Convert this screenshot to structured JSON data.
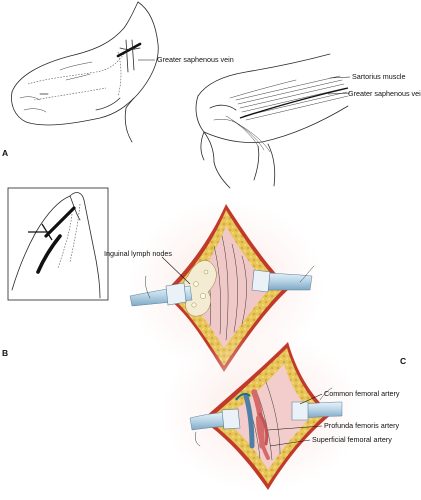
{
  "panels": {
    "a": "A",
    "b": "B",
    "c": "C"
  },
  "labels": {
    "greater_saphenous_vein_a": "Greater saphenous vein",
    "sartorius_muscle": "Sartorius muscle",
    "greater_saphenous_vein_thigh": "Greater saphenous vein",
    "inguinal_lymph_nodes": "Inguinal lymph nodes",
    "common_femoral_artery": "Common femoral artery",
    "profunda_femoris_artery": "Profunda femoris artery",
    "superficial_femoral_artery": "Superficial femoral artery"
  },
  "colors": {
    "tissue_pink": "#f1c8c8",
    "fat_yellow": "#e7c65a",
    "wound_edge": "#c0392b",
    "retractor_blue": "#bcd7e8",
    "artery_red": "#d66a6a",
    "vein_blue": "#4f7fa3"
  }
}
